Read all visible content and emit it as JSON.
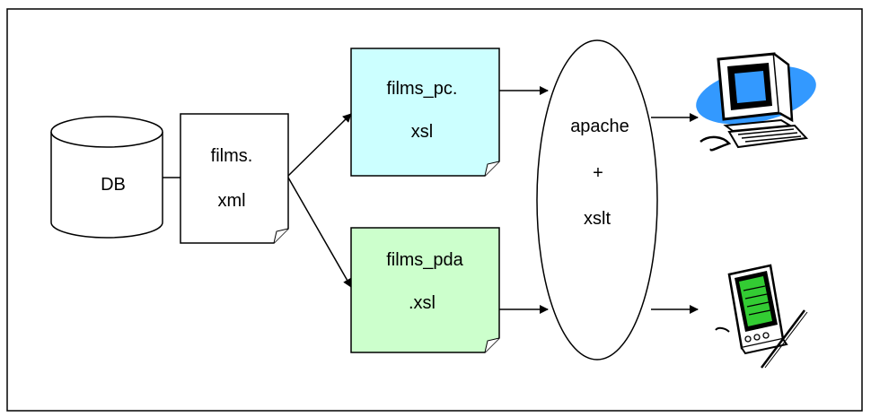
{
  "nodes": {
    "db": {
      "label": "DB"
    },
    "films_xml": {
      "line1": "films.",
      "line2": "xml"
    },
    "films_pc_xsl": {
      "line1": "films_pc.",
      "line2": "xsl",
      "fill": "#ccffff"
    },
    "films_pda_xsl": {
      "line1": "films_pda",
      "line2": ".xsl",
      "fill": "#ccffcc"
    },
    "server": {
      "line1": "apache",
      "line2": "+",
      "line3": "xslt"
    }
  },
  "icons": {
    "desktop": "desktop-computer-icon",
    "pda": "pda-handheld-icon"
  },
  "colors": {
    "stroke": "#000000",
    "monitor_blue": "#3399ff",
    "pda_screen": "#33cc33"
  }
}
